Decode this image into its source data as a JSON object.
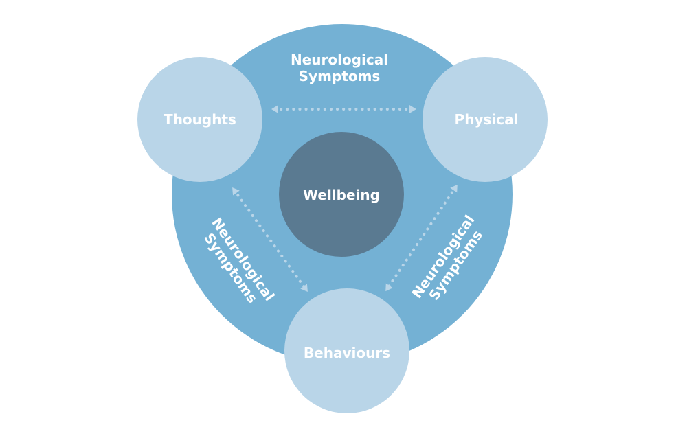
{
  "colors": {
    "outer_circle": "#74b1d4",
    "node_circle": "#b9d5e8",
    "center_circle": "#5a7a91",
    "arrow": "#b9d5e8",
    "text": "#ffffff"
  },
  "center": {
    "label": "Wellbeing"
  },
  "nodes": {
    "thoughts": {
      "label": "Thoughts"
    },
    "physical": {
      "label": "Physical"
    },
    "behaviours": {
      "label": "Behaviours"
    }
  },
  "relations": {
    "top": {
      "line1": "Neurological",
      "line2": "Symptoms"
    },
    "left": {
      "line1": "Neurological",
      "line2": "Symptoms"
    },
    "right": {
      "line1": "Neurological",
      "line2": "Symptoms"
    }
  }
}
